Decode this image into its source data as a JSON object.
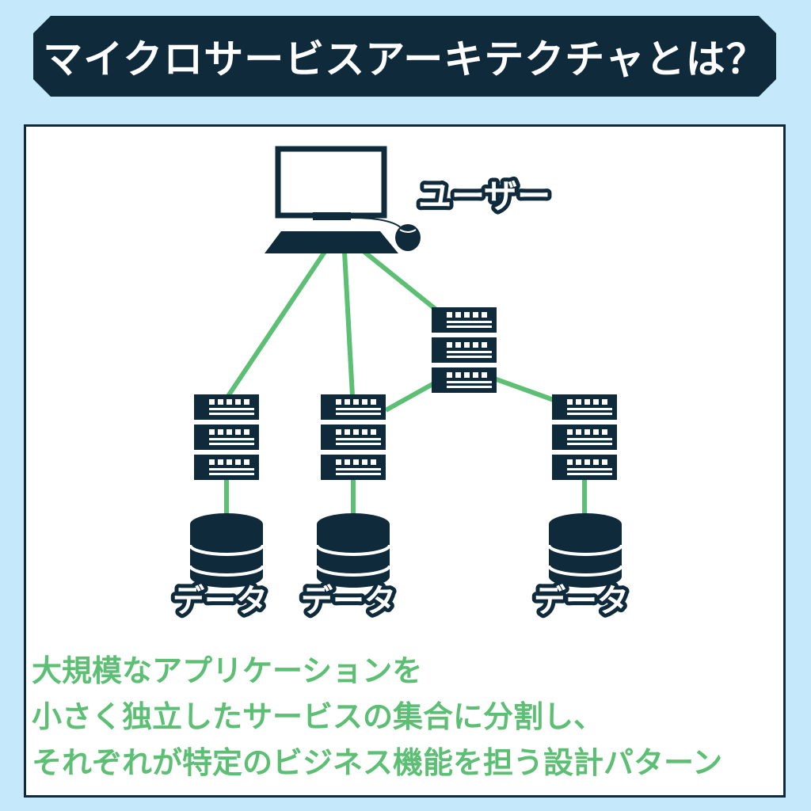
{
  "title": "マイクロサービスアーキテクチャとは？",
  "diagram": {
    "user_label": "ユーザー",
    "data_labels": [
      "データ",
      "データ",
      "データ"
    ]
  },
  "description": [
    "大規模なアプリケーションを",
    "小さく独立したサービスの集合に分割し、",
    "それぞれが特定のビジネス機能を担う設計パターン"
  ],
  "colors": {
    "navy": "#0f2b3b",
    "green": "#5cbf74",
    "background": "#c6e8fb"
  }
}
